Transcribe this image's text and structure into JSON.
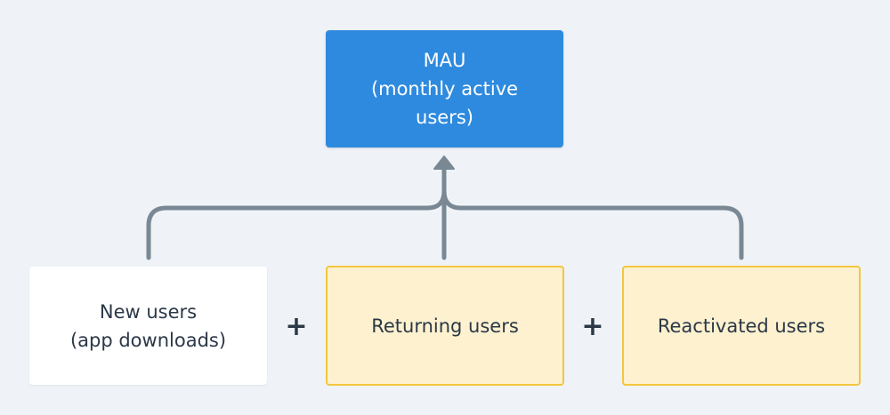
{
  "nodes": {
    "mau": {
      "label": "MAU\n(monthly active\nusers)"
    },
    "new_users": {
      "label": "New users\n(app downloads)"
    },
    "returning_users": {
      "label": "Returning users"
    },
    "reactivated_users": {
      "label": "Reactivated users"
    }
  },
  "operators": {
    "plus_1": "+",
    "plus_2": "+"
  },
  "colors": {
    "background": "#eff3f7",
    "mau_fill": "#2e8ade",
    "highlight_fill": "#fdf1cf",
    "highlight_border": "#f3c63d",
    "connector": "#7a8894",
    "text": "#2b3847"
  }
}
